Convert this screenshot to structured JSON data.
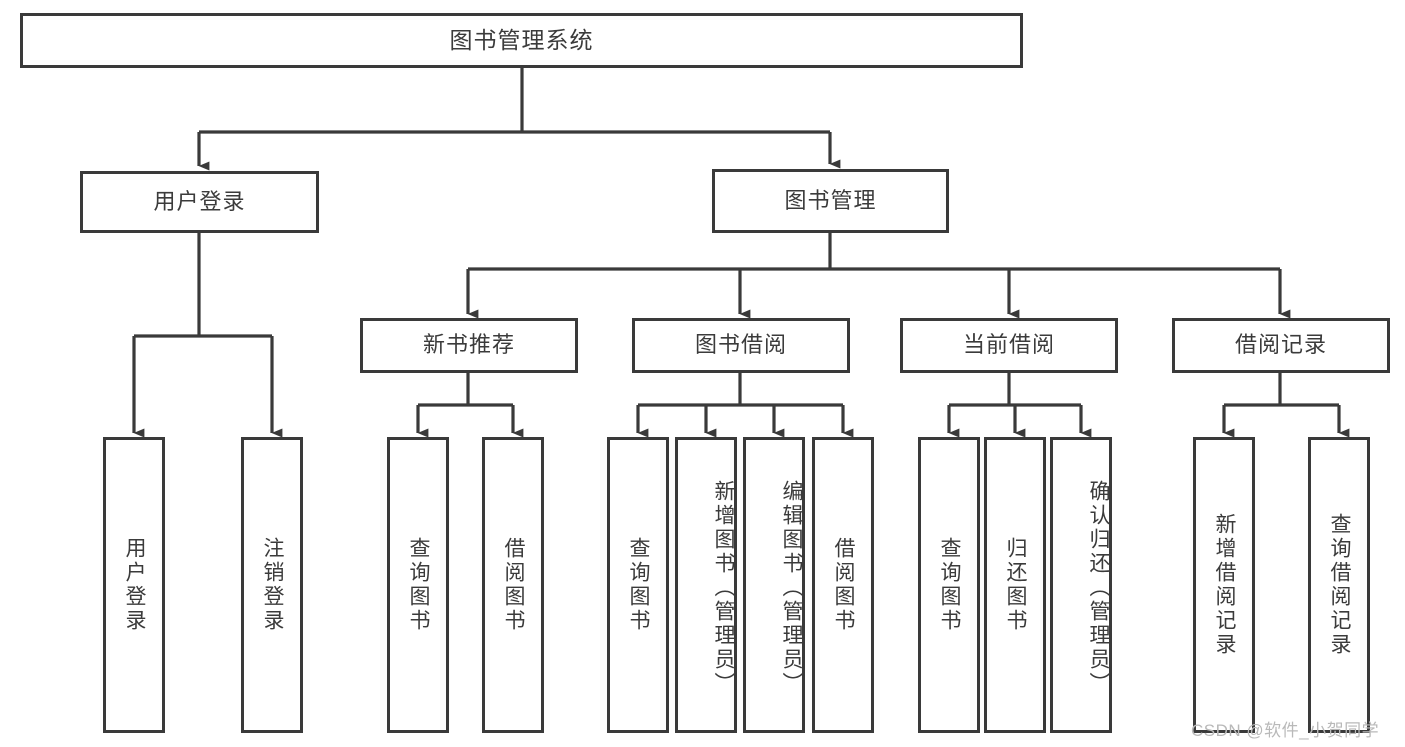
{
  "diagram": {
    "title": "图书管理系统",
    "type": "hierarchy-tree",
    "colors": {
      "box_border": "#3a3a3a",
      "box_fill": "#ffffff",
      "text": "#3b3b3b",
      "connector": "#3a3a3a",
      "background": "#ffffff",
      "watermark": "#b9b9b9"
    },
    "levels": 4
  },
  "root": {
    "label": "图书管理系统"
  },
  "level2": [
    {
      "label": "用户登录"
    },
    {
      "label": "图书管理"
    }
  ],
  "level3": [
    {
      "label": "新书推荐"
    },
    {
      "label": "图书借阅"
    },
    {
      "label": "当前借阅"
    },
    {
      "label": "借阅记录"
    }
  ],
  "leaves": {
    "user_login": [
      {
        "label": "用户登录"
      },
      {
        "label": "注销登录"
      }
    ],
    "new_book": [
      {
        "label": "查询图书"
      },
      {
        "label": "借阅图书"
      }
    ],
    "book_borrow": [
      {
        "label": "查询图书"
      },
      {
        "label": "新增图书（管理员）"
      },
      {
        "label": "编辑图书（管理员）"
      },
      {
        "label": "借阅图书"
      }
    ],
    "current_borrow": [
      {
        "label": "查询图书"
      },
      {
        "label": "归还图书"
      },
      {
        "label": "确认归还（管理员）"
      }
    ],
    "borrow_record": [
      {
        "label": "新增借阅记录"
      },
      {
        "label": "查询借阅记录"
      }
    ]
  },
  "watermark": {
    "text": "CSDN @软件_小贺同学"
  }
}
